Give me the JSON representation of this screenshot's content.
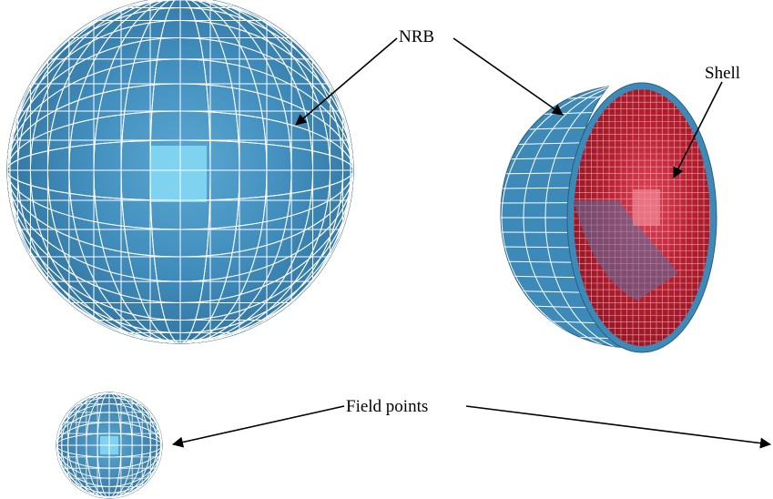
{
  "labels": {
    "nrb": "NRB",
    "shell": "Shell",
    "field_points": "Field points"
  },
  "colors": {
    "sphere_blue": "#3c87b4",
    "sphere_center": "#7fd2f0",
    "shell_red": "#b01c2c",
    "mesh_line": "#ffffff",
    "arrow": "#000000"
  },
  "icons": {
    "large_sphere": "meshed-sphere",
    "hemisphere": "cut-meshed-hemisphere",
    "small_sphere": "meshed-sphere-small"
  }
}
